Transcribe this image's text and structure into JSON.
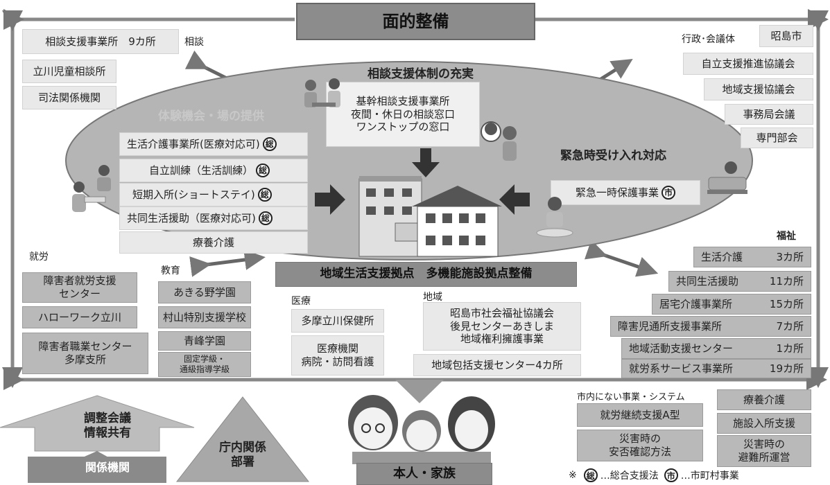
{
  "header": {
    "title": "面的整備"
  },
  "consult": {
    "label": "相談",
    "items": [
      "相談支援事業所　9カ所",
      "立川児童相談所",
      "司法関係機関"
    ]
  },
  "admin": {
    "label": "行政･会議体",
    "city": "昭島市",
    "items": [
      "自立支援推進協議会",
      "地域支援協議会",
      "事務局会議",
      "専門部会"
    ]
  },
  "ellipse": {
    "consult_title": "相談支援体制の充実",
    "consult_lines": "基幹相談支援事業所\n夜間・休日の相談窓口\nワンストップの窓口",
    "experience_title": "体験機会・場の提供",
    "emergency_title": "緊急時受け入れ対応",
    "emergency_item": "緊急一時保護事業",
    "services": [
      {
        "label": "生活介護事業所(医療対応可)",
        "mark": "総"
      },
      {
        "label": "自立訓練（生活訓練）",
        "mark": "総"
      },
      {
        "label": "短期入所(ショートステイ)",
        "mark": "総"
      },
      {
        "label": "共同生活援助（医療対応可)",
        "mark": "総"
      },
      {
        "label": "療養介護",
        "mark": ""
      }
    ],
    "emergency_mark": "市"
  },
  "hub": {
    "label": "地域生活支援拠点　多機能施設拠点整備"
  },
  "employment": {
    "label": "就労",
    "items": [
      "障害者就労支援\nセンター",
      "ハローワーク立川",
      "障害者職業センター\n多摩支所"
    ]
  },
  "education": {
    "label": "教育",
    "items": [
      "あきる野学園",
      "村山特別支援学校",
      "青峰学園",
      "固定学級・\n通級指導学級"
    ]
  },
  "medical": {
    "label": "医療",
    "items": [
      "多摩立川保健所",
      "医療機関\n病院・訪問看護"
    ]
  },
  "community": {
    "label": "地域",
    "items": [
      "昭島市社会福祉協議会\n後見センターあきしま\n地域権利擁護事業",
      "地域包括支援センター4カ所"
    ]
  },
  "welfare": {
    "label": "福祉",
    "items": [
      {
        "name": "生活介護",
        "count": "3カ所"
      },
      {
        "name": "共同生活援助",
        "count": "11カ所"
      },
      {
        "name": "居宅介護事業所",
        "count": "15カ所"
      },
      {
        "name": "障害児通所支援事業所",
        "count": "7カ所"
      },
      {
        "name": "地域活動支援センター",
        "count": "1カ所"
      },
      {
        "name": "就労系サービス事業所",
        "count": "19カ所"
      }
    ]
  },
  "outside": {
    "label": "市内にない事業・システム",
    "items": [
      "就労継続支援A型",
      "災害時の\n安否確認方法",
      "療養介護",
      "施設入所支援",
      "災害時の\n避難所運営"
    ]
  },
  "bottom": {
    "coordination": "調整会議\n情報共有",
    "related": "関係機関",
    "internal": "庁内関係\n部署",
    "family": "本人・家族"
  },
  "legend": {
    "note": "※",
    "mark_sou": "総",
    "sou_text": "…総合支援法",
    "mark_shi": "市",
    "shi_text": "…市町村事業"
  }
}
